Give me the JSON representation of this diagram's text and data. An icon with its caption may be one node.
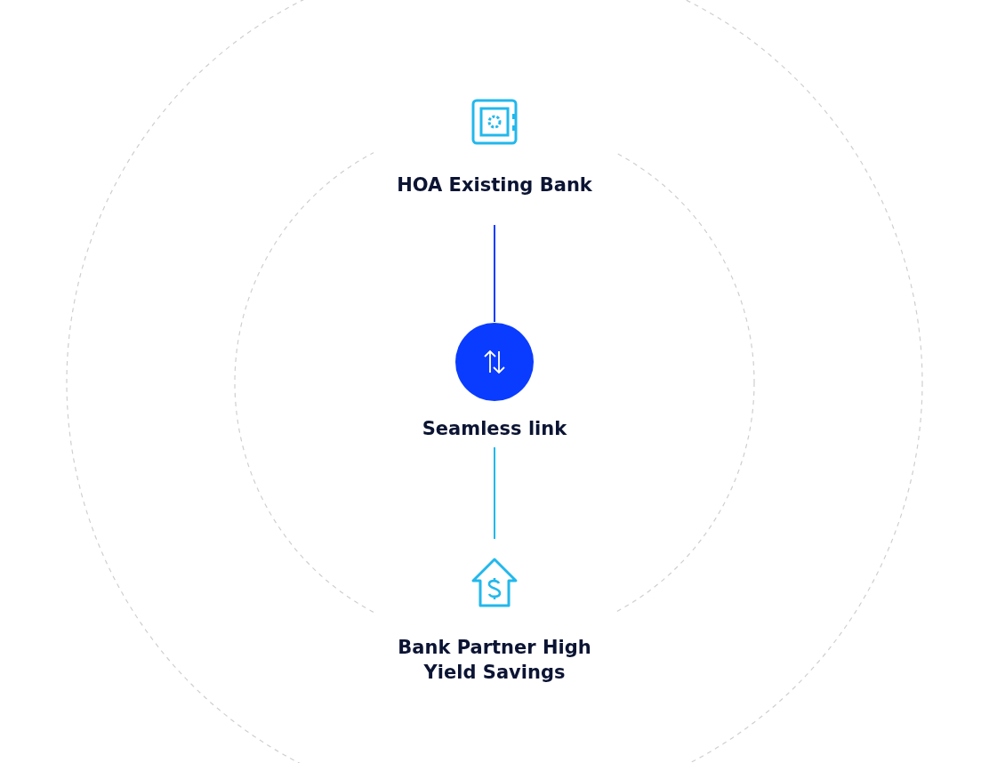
{
  "diagram": {
    "nodes": [
      {
        "text": [
          "HOA Existing Bank"
        ]
      },
      {
        "text": [
          "Seamless link"
        ]
      },
      {
        "text": [
          "Bank Partner High Yield Savings"
        ]
      }
    ],
    "edges": [
      {
        "from": 0,
        "to": 1,
        "arrow": "none",
        "color": "#0a3cff"
      },
      {
        "from": 1,
        "to": 2,
        "arrow": "none",
        "color": "#22b8ec"
      }
    ]
  }
}
